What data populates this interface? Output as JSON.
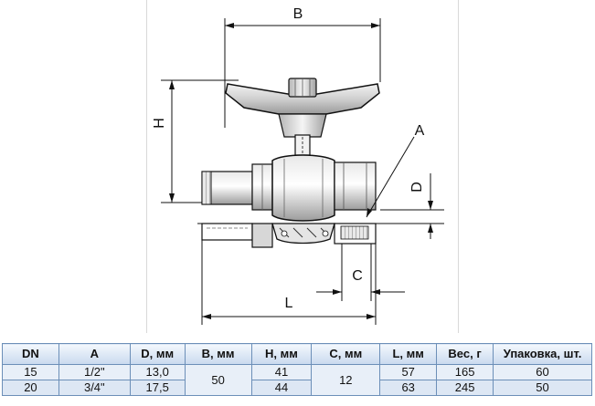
{
  "drawing": {
    "labels": {
      "B": "B",
      "H": "H",
      "A": "A",
      "D": "D",
      "C": "C",
      "L": "L"
    }
  },
  "table": {
    "headers": [
      "DN",
      "A",
      "D, мм",
      "B, мм",
      "H, мм",
      "C, мм",
      "L, мм",
      "Вес, г",
      "Упаковка, шт."
    ],
    "rows": [
      [
        "15",
        "1/2\"",
        "13,0",
        "50",
        "41",
        "12",
        "57",
        "165",
        "60"
      ],
      [
        "20",
        "3/4\"",
        "17,5",
        "",
        "44",
        "",
        "63",
        "245",
        "50"
      ]
    ]
  }
}
